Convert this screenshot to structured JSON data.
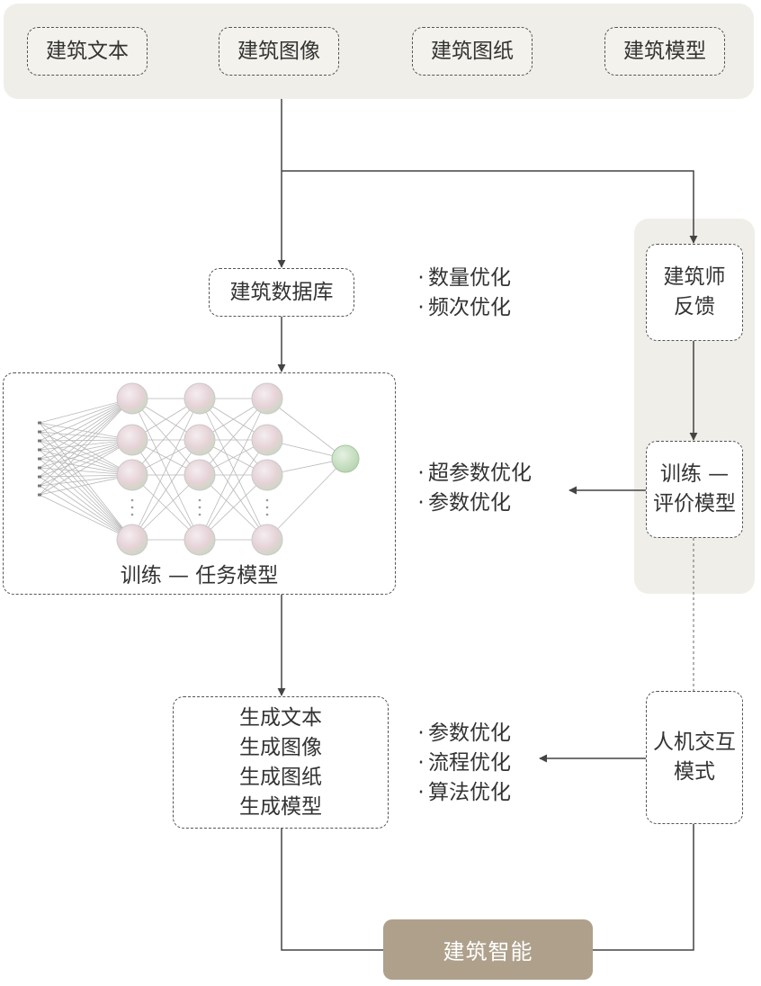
{
  "top_panel": {
    "items": [
      "建筑文本",
      "建筑图像",
      "建筑图纸",
      "建筑模型"
    ]
  },
  "database": "建筑数据库",
  "task_model": "训练 — 任务模型",
  "feedback_panel": {
    "feedback": [
      "建筑师",
      "反馈"
    ],
    "eval_model": [
      "训练 —",
      "评价模型"
    ]
  },
  "interaction": [
    "人机交互",
    "模式"
  ],
  "outputs": [
    "生成文本",
    "生成图像",
    "生成图纸",
    "生成模型"
  ],
  "optimization_1": [
    "数量优化",
    "频次优化"
  ],
  "optimization_2": [
    "超参数优化",
    "参数优化"
  ],
  "optimization_3": [
    "参数优化",
    "流程优化",
    "算法优化"
  ],
  "result": "建筑智能",
  "colors": {
    "panel": "#efeee8",
    "result_box": "#aea08b",
    "line": "#444444",
    "node_fill": "#e9d8dc",
    "output_node": "#cde3c9"
  }
}
